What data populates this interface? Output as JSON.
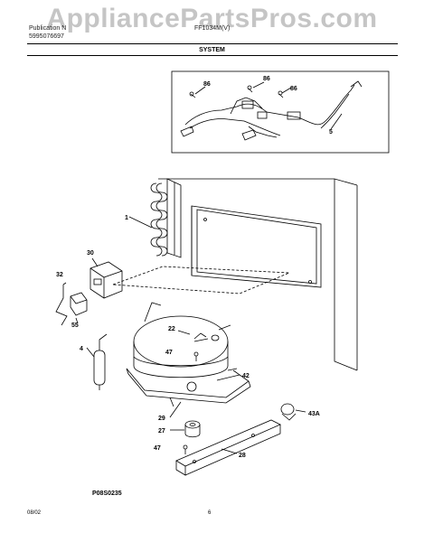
{
  "watermark": "AppliancePartsPros.com",
  "header": {
    "left_line1": "Publication N",
    "left_line2": "5995076697",
    "center": "FF1034M(V)",
    "section": "SYSTEM"
  },
  "callouts": {
    "c86a": "86",
    "c86b": "86",
    "c86c": "86",
    "c5": "5",
    "c1": "1",
    "c30": "30",
    "c32": "32",
    "c55": "55",
    "c22": "22",
    "c47a": "47",
    "c4": "4",
    "c42": "42",
    "c29": "29",
    "c27": "27",
    "c43a": "43A",
    "c47b": "47",
    "c28": "28"
  },
  "figure_code": "P08S0235",
  "footer": {
    "date": "08/02",
    "page": "6"
  }
}
